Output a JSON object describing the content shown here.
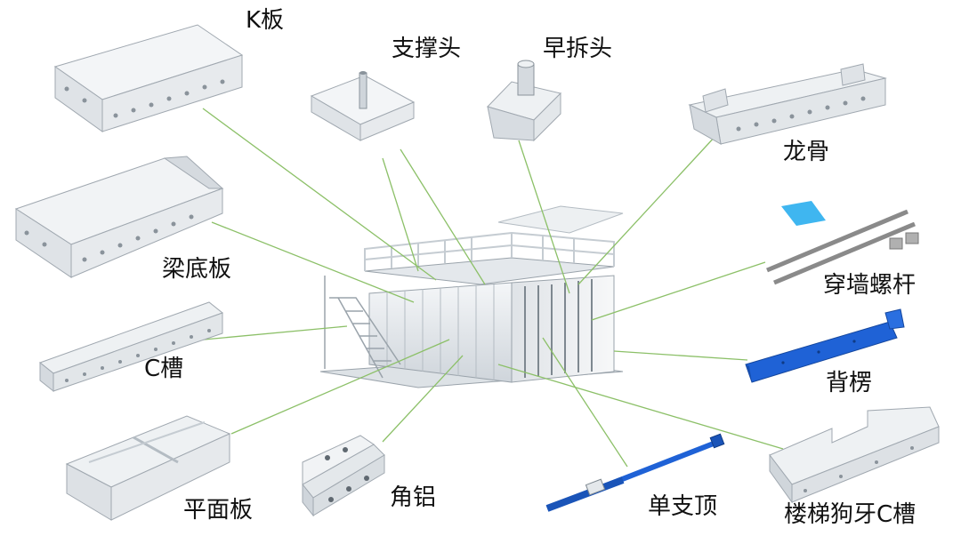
{
  "labels": {
    "k_board": "K板",
    "support_head": "支撑头",
    "early_release_head": "早拆头",
    "keel": "龙骨",
    "beam_bottom_board": "梁底板",
    "wall_tie_screw": "穿墙螺杆",
    "c_channel": "C槽",
    "back_purlin": "背楞",
    "flat_board": "平面板",
    "angle_aluminum": "角铝",
    "single_prop": "单支顶",
    "stair_c_channel": "楼梯狗牙C槽"
  },
  "colors": {
    "leader_line": "#8cc068",
    "aluminum": "#e6e9ec",
    "aluminum_edge": "#9aa3ab",
    "blue_part": "#1f62d6",
    "light_blue_part": "#3fb6f0",
    "steel_rod": "#8a8a8a",
    "text": "#111111"
  }
}
